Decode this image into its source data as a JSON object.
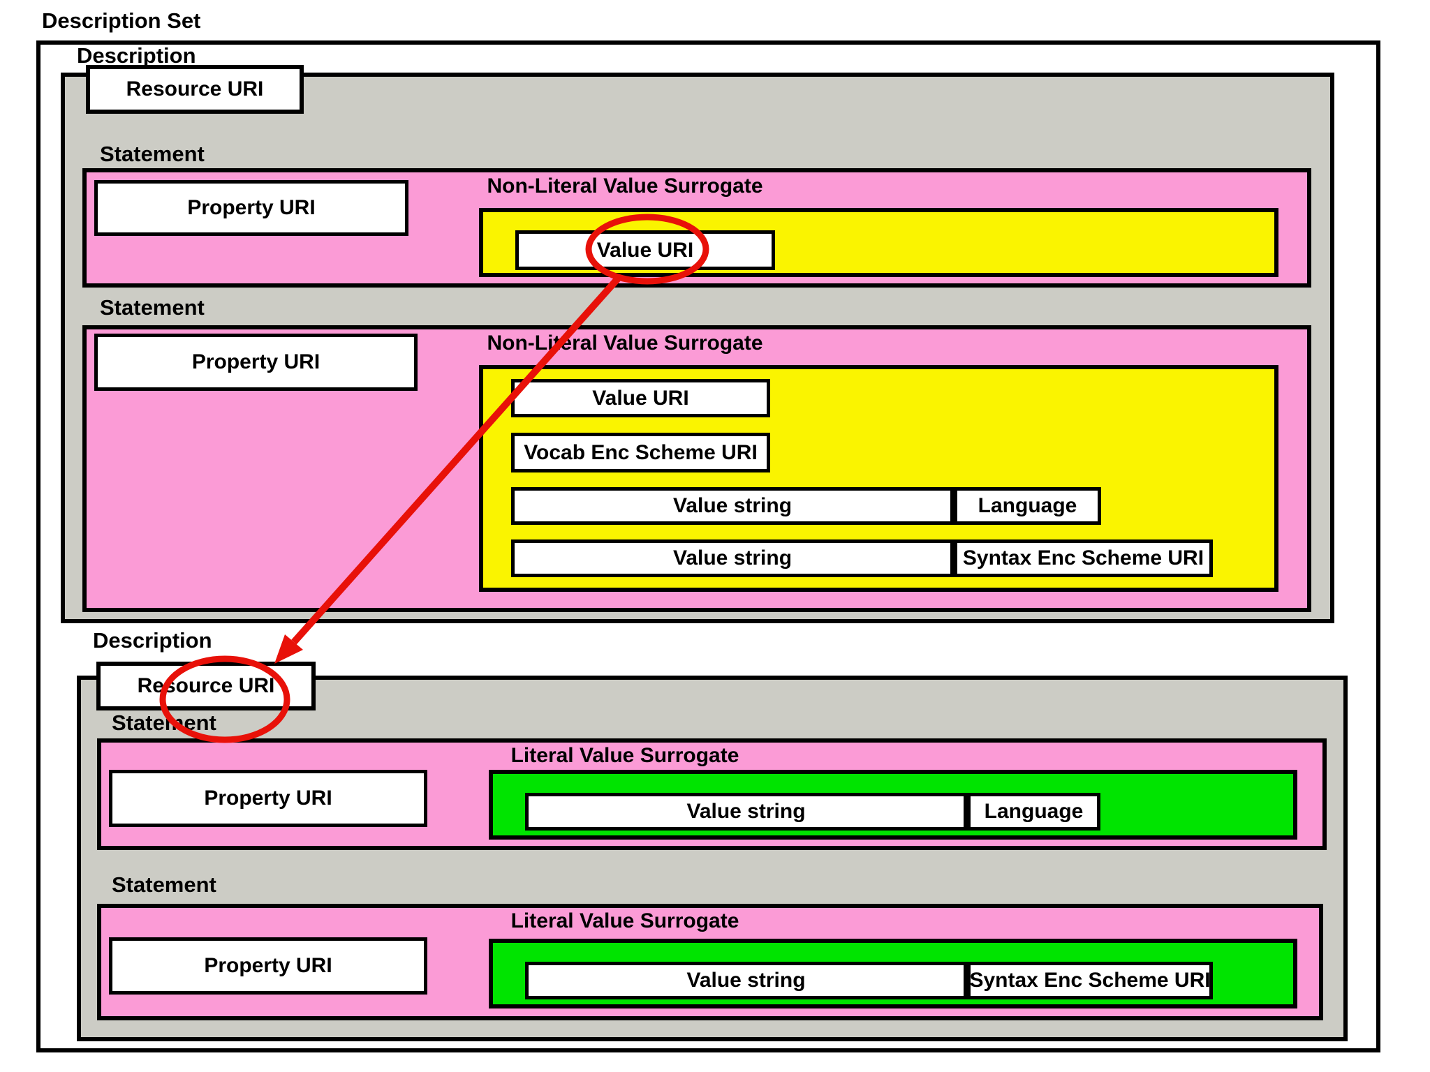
{
  "page_title": "Description Set",
  "labels": {
    "description_set": "Description Set",
    "description": "Description",
    "statement": "Statement",
    "resource_uri": "Resource URI",
    "property_uri": "Property URI",
    "value_uri": "Value URI",
    "vocab_enc_scheme_uri": "Vocab Enc Scheme URI",
    "value_string": "Value string",
    "language": "Language",
    "syntax_enc_scheme_uri": "Syntax Enc Scheme URI",
    "non_literal_value_surrogate": "Non-Literal Value Surrogate",
    "literal_value_surrogate": "Literal Value Surrogate"
  },
  "colors": {
    "pink": "#FB9BD6",
    "yellow": "#FAF400",
    "green": "#00E400",
    "gray": "#CCCCC5",
    "red": "#E81109"
  },
  "structure": {
    "description_set": {
      "descriptions": [
        {
          "resource": "Resource URI",
          "statements": [
            {
              "surrogate": "Non-Literal Value Surrogate",
              "fields": [
                "Property URI",
                "Value URI"
              ]
            },
            {
              "surrogate": "Non-Literal Value Surrogate",
              "fields": [
                "Property URI",
                "Value URI",
                "Vocab Enc Scheme URI"
              ],
              "value_rows": [
                [
                  "Value string",
                  "Language"
                ],
                [
                  "Value string",
                  "Syntax Enc Scheme URI"
                ]
              ]
            }
          ]
        },
        {
          "resource": "Resource URI",
          "statements": [
            {
              "surrogate": "Literal Value Surrogate",
              "fields": [
                "Property URI"
              ],
              "value_rows": [
                [
                  "Value string",
                  "Language"
                ]
              ]
            },
            {
              "surrogate": "Literal Value Surrogate",
              "fields": [
                "Property URI"
              ],
              "value_rows": [
                [
                  "Value string",
                  "Syntax Enc Scheme URI"
                ]
              ]
            }
          ]
        }
      ],
      "annotation": "Red ellipses and arrow link the first description's Value URI to the second description's Resource URI"
    }
  }
}
